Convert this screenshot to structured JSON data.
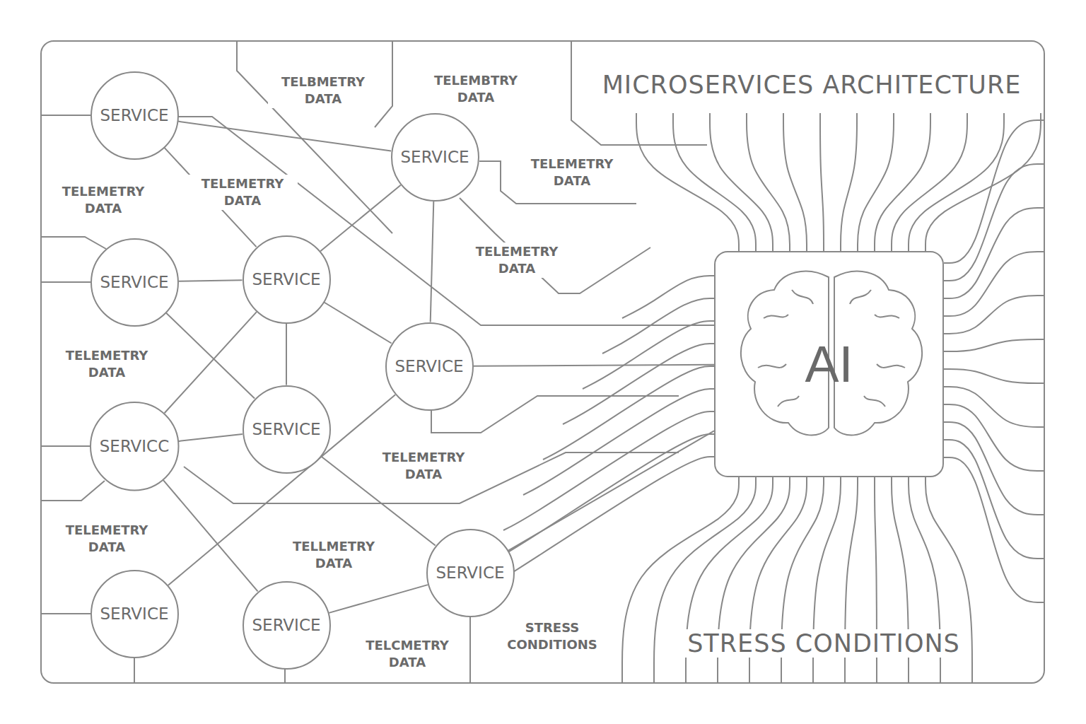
{
  "diagram": {
    "title": "MICROSERVICES ARCHITECTURE",
    "caption": "STRESS CONDITIONS",
    "nodes": [
      {
        "text": [
          "SERVICE"
        ]
      },
      {
        "text": [
          "SERVICE"
        ]
      },
      {
        "text": [
          "SERVICE"
        ]
      },
      {
        "text": [
          "SERVICE"
        ]
      },
      {
        "text": [
          "SERVICE"
        ]
      },
      {
        "text": [
          "SERVICC"
        ]
      },
      {
        "text": [
          "SERVICE"
        ]
      },
      {
        "text": [
          "SERVICE"
        ]
      },
      {
        "text": [
          "SERVICE"
        ]
      },
      {
        "text": [
          "SERVICE"
        ]
      },
      {
        "text": [
          "AI"
        ]
      }
    ],
    "edges": [
      {
        "from": 0,
        "to": 3,
        "arrow": "none"
      },
      {
        "from": 0,
        "to": 1,
        "arrow": "none"
      },
      {
        "from": 2,
        "to": 3,
        "arrow": "none"
      },
      {
        "from": 2,
        "to": 6,
        "arrow": "none"
      },
      {
        "from": 3,
        "to": 1,
        "arrow": "none"
      },
      {
        "from": 3,
        "to": 4,
        "arrow": "none"
      },
      {
        "from": 3,
        "to": 6,
        "arrow": "none"
      },
      {
        "from": 3,
        "to": 5,
        "arrow": "none"
      },
      {
        "from": 1,
        "to": 4,
        "arrow": "none"
      },
      {
        "from": 5,
        "to": 6,
        "arrow": "none"
      },
      {
        "from": 5,
        "to": 9,
        "arrow": "none"
      },
      {
        "from": 6,
        "to": 7,
        "arrow": "none"
      },
      {
        "from": 8,
        "to": 4,
        "arrow": "none"
      },
      {
        "from": 9,
        "to": 7,
        "arrow": "none"
      },
      {
        "from": 4,
        "to": 10,
        "arrow": "none"
      },
      {
        "from": 7,
        "to": 10,
        "arrow": "none"
      }
    ],
    "labels": [
      "TELBMETRY DATA",
      "TELEMBTRY DATA",
      "TELEMETRY DATA",
      "TELEMETRY DATA",
      "TELEMETRY DATA",
      "TELEMETRY DATA",
      "TELEMETRY DATA",
      "TELEMETRY DATA",
      "TELEMETRY DATA",
      "TELLMETRY DATA",
      "TELCMETRY DATA",
      "STRESS CONDITIONS"
    ]
  }
}
